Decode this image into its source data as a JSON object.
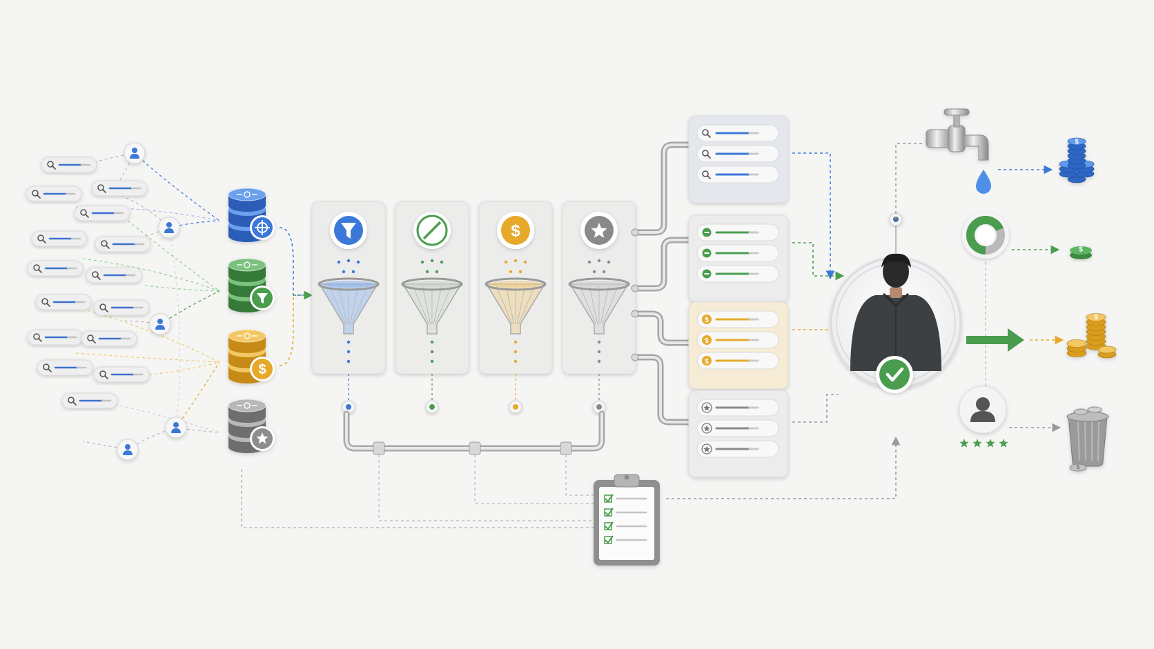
{
  "colors": {
    "background": "#f5f5f4",
    "blue": "#3b78d8",
    "green": "#4a9d4e",
    "yellow": "#e6a92a",
    "gray": "#8a8a8a",
    "pipe": "#c8c8c8",
    "card": "#ececec",
    "search_line": "#3b6fd0"
  },
  "icons": {
    "query_pill": "search-icon",
    "user_node": "user-icon",
    "db_blue": "crosshair-icon",
    "db_green": "funnel-icon",
    "db_yellow": "dollar-icon",
    "db_gray": "star-icon",
    "stage_1": "funnel-icon",
    "stage_2": "no-entry-icon",
    "stage_3": "dollar-icon",
    "stage_4": "star-icon",
    "list_blue": "search-icon",
    "list_green": "minus-icon",
    "list_yellow": "dollar-icon",
    "list_gray": "star-icon",
    "center": "person-check-icon",
    "outcome_1": "faucet-icon",
    "outcome_2": "donut-chart-icon",
    "outcome_3": "coin-stack-icon",
    "outcome_4": "trash-can-icon",
    "clipboard": "checklist-clipboard-icon"
  },
  "rating": {
    "stars": 4,
    "max": 4
  },
  "clipboard": {
    "checked_items": 4
  }
}
